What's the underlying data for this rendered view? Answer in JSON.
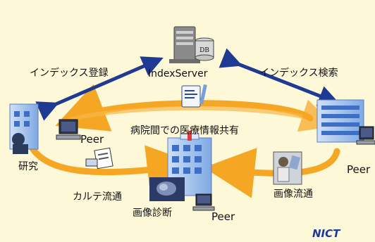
{
  "diagram": {
    "server_label": "IndexServer",
    "db_label": "DB",
    "arrow_left_label": "インデックス登録",
    "arrow_right_label": "インデックス検索",
    "ring_label": "病院間での医療情報共有",
    "peer_label": "Peer",
    "research_label": "研究",
    "karte_label": "カルテ流通",
    "image_flow_label": "画像流通",
    "diagnosis_label": "画像診断",
    "logo_text": "NICT"
  },
  "colors": {
    "background": "#fdf8d8",
    "ring": "#f5a623",
    "arrow": "#1f3a93",
    "building": "#5a8fd8",
    "logo": "#1e3a9a"
  }
}
